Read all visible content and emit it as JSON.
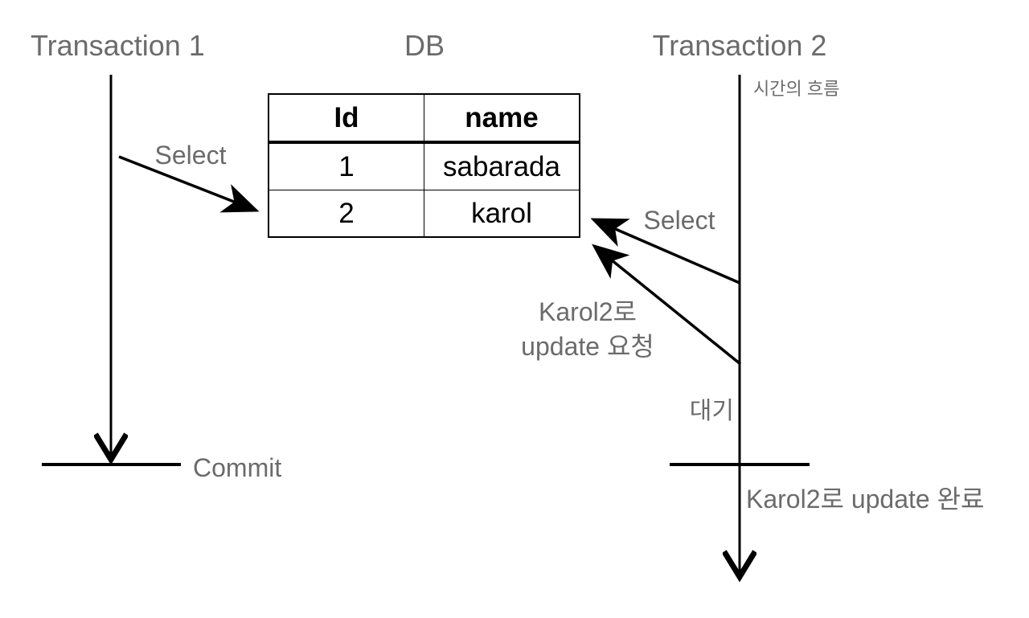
{
  "diagram": {
    "titles": {
      "transaction1": "Transaction 1",
      "db": "DB",
      "transaction2": "Transaction 2"
    },
    "labels": {
      "time_flow": "시간의 흐름",
      "t1_select": "Select",
      "t2_select": "Select",
      "update_request_line1": "Karol2로",
      "update_request_line2": "update 요청",
      "wait": "대기",
      "commit": "Commit",
      "update_done": "Karol2로 update 완료"
    },
    "table": {
      "headers": [
        "Id",
        "name"
      ],
      "rows": [
        [
          "1",
          "sabarada"
        ],
        [
          "2",
          "karol"
        ]
      ]
    },
    "colors": {
      "label_gray": "#6b6b6b",
      "line_black": "#000000",
      "background": "#ffffff"
    }
  }
}
